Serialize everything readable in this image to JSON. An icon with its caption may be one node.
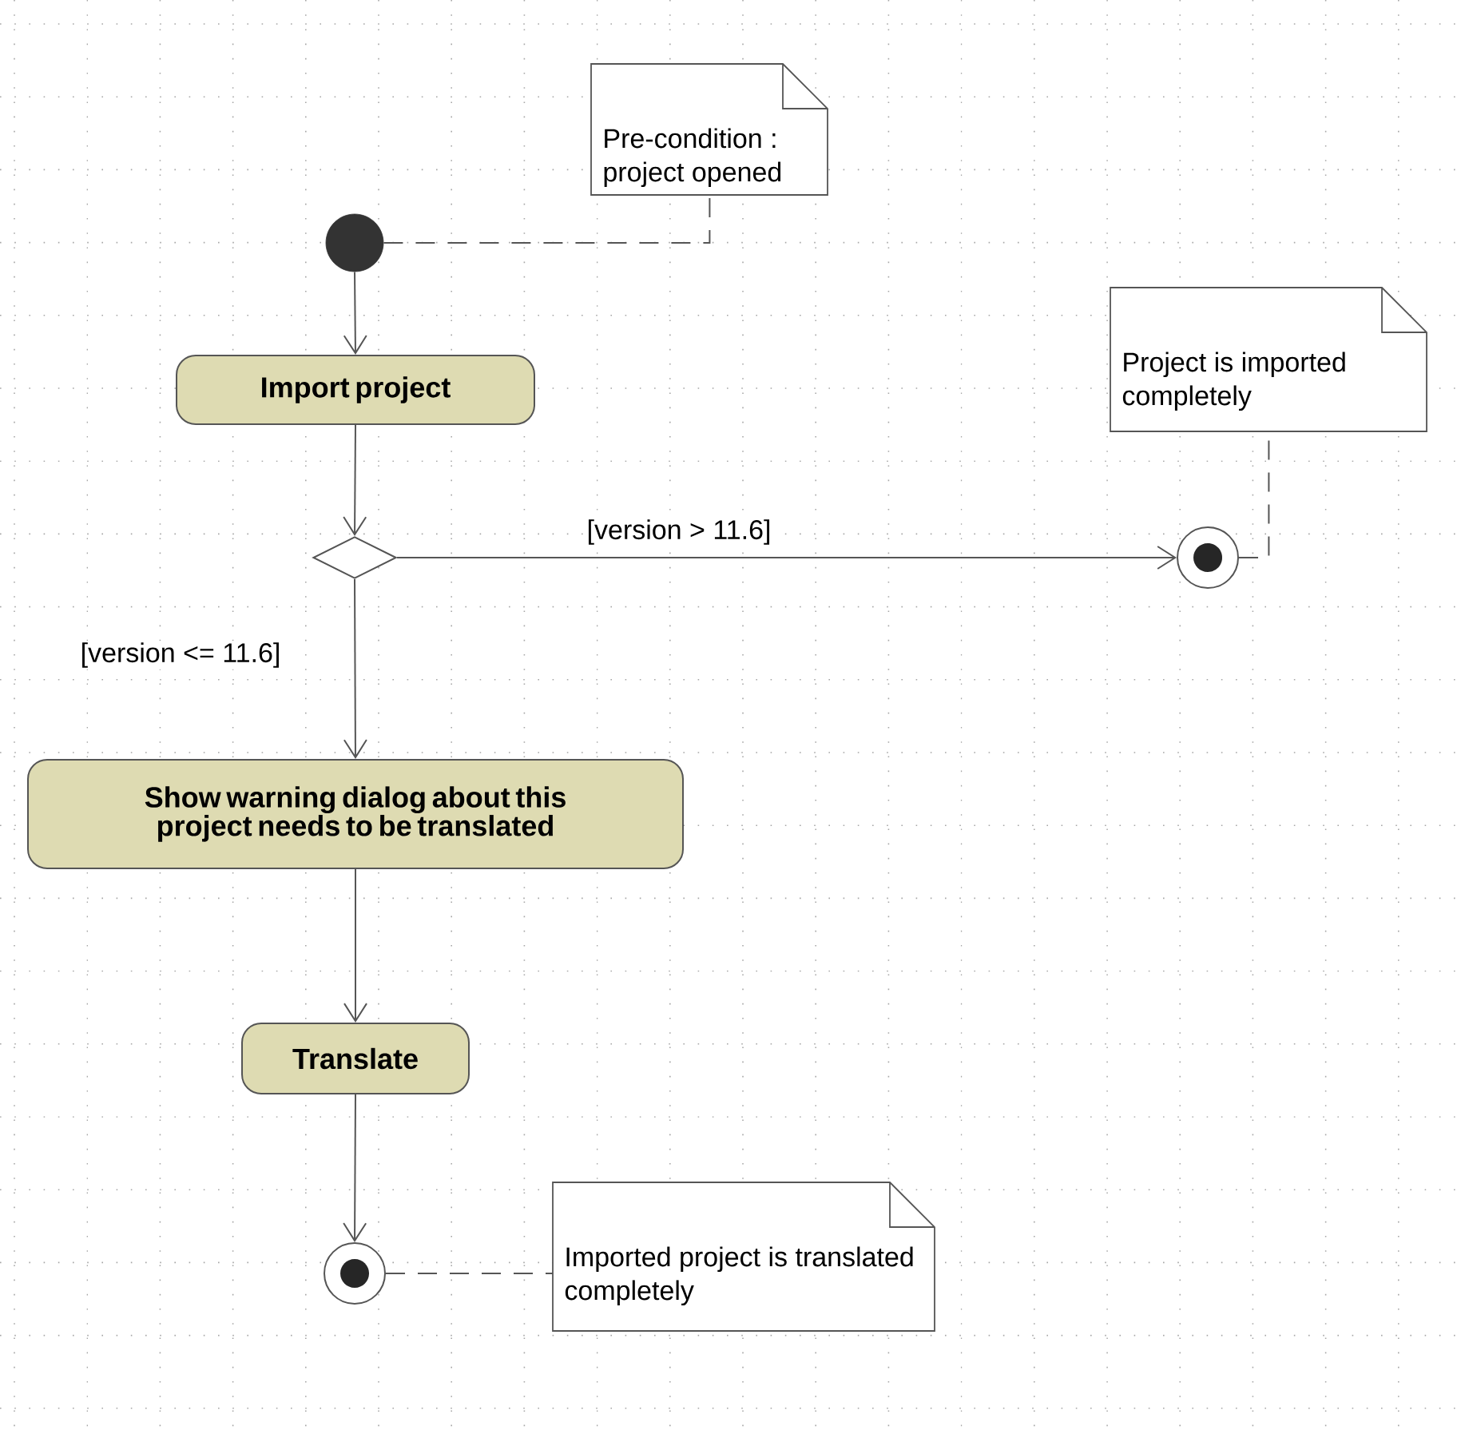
{
  "diagram": {
    "nodes": [
      {
        "text": [
          "Pre-condition : project opened"
        ]
      },
      {
        "text": [],
        "shape": "dot"
      },
      {
        "text": [
          "Import project"
        ]
      },
      {
        "text": [],
        "shape": "diamond"
      },
      {
        "text": [
          "Project is imported completely"
        ]
      },
      {
        "text": [],
        "shape": "bullseye"
      },
      {
        "text": [
          "Show warning dialog about this project needs to be translated"
        ]
      },
      {
        "text": [
          "Translate"
        ]
      },
      {
        "text": [],
        "shape": "bullseye"
      },
      {
        "text": [
          "Imported project is translated completely"
        ]
      }
    ],
    "edges": [
      {
        "from": 1,
        "to": 0,
        "arrow": "none",
        "style": "dashed"
      },
      {
        "from": 1,
        "to": 2,
        "arrow": "to"
      },
      {
        "from": 2,
        "to": 3,
        "arrow": "to"
      },
      {
        "from": 3,
        "to": 5,
        "arrow": "to",
        "label": "[version > 11.6]"
      },
      {
        "from": 3,
        "to": 6,
        "arrow": "to",
        "label": "[version <= 11.6]"
      },
      {
        "from": 5,
        "to": 4,
        "arrow": "none",
        "style": "dashed"
      },
      {
        "from": 6,
        "to": 7,
        "arrow": "to"
      },
      {
        "from": 7,
        "to": 8,
        "arrow": "to"
      },
      {
        "from": 8,
        "to": 9,
        "arrow": "none",
        "style": "dashed"
      }
    ]
  }
}
